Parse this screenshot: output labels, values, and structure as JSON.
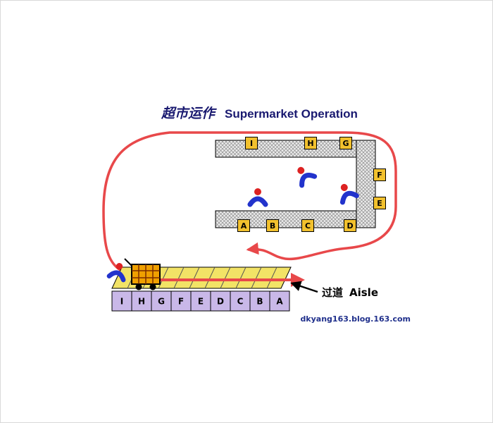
{
  "title": {
    "zh": "超市运作",
    "en": "Supermarket Operation"
  },
  "shelves": {
    "top": [
      "I",
      "H",
      "G"
    ],
    "right": [
      "F",
      "E"
    ],
    "bottom": [
      "A",
      "B",
      "C",
      "D"
    ]
  },
  "aisle": {
    "slots": [
      "I",
      "H",
      "G",
      "F",
      "E",
      "D",
      "C",
      "B",
      "A"
    ],
    "label_zh": "过道",
    "label_en": "Aisle"
  },
  "watermark": "dkyang163.blog.163.com",
  "colors": {
    "title": "#191970",
    "route": "#e8484a",
    "tag": "#f2c12e",
    "slot": "#c9b8e8",
    "aisle": "#f2e366",
    "worker_body": "#2233cc",
    "worker_head": "#dd2222",
    "cart": "#f0a000"
  }
}
